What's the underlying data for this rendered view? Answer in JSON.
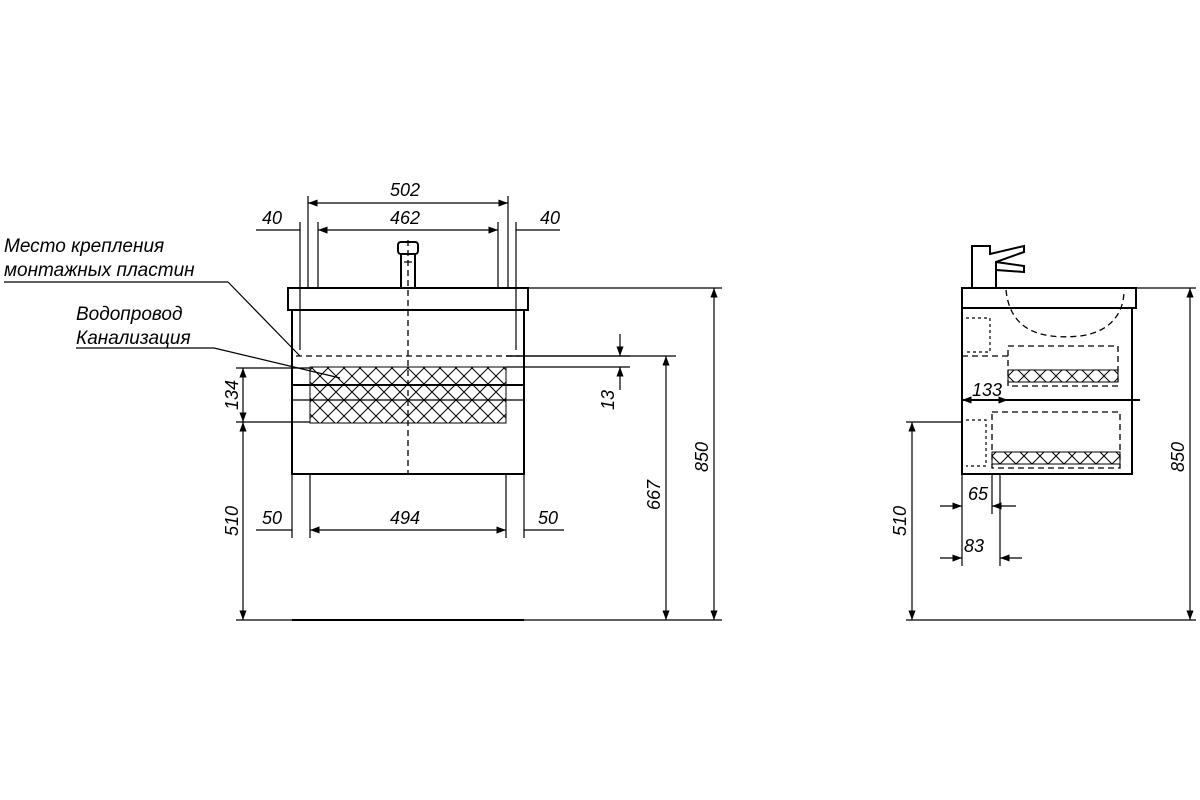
{
  "front_view": {
    "dims": {
      "overall_width": "502",
      "inner_width": "462",
      "left_offset": "40",
      "right_offset": "40",
      "pipe_zone_height": "134",
      "gap": "13",
      "mount_height": "510",
      "bottom_width": "494",
      "bottom_left": "50",
      "bottom_right": "50",
      "pipe_height": "667",
      "total_height": "850"
    },
    "labels": {
      "mount_plates_line1": "Место крепления",
      "mount_plates_line2": "монтажных пластин",
      "plumbing_line1": "Водопровод",
      "plumbing_line2": "Канализация"
    }
  },
  "side_view": {
    "dims": {
      "depth_133": "133",
      "depth_65": "65",
      "depth_83": "83",
      "mount_height": "510",
      "total_height": "850"
    }
  }
}
